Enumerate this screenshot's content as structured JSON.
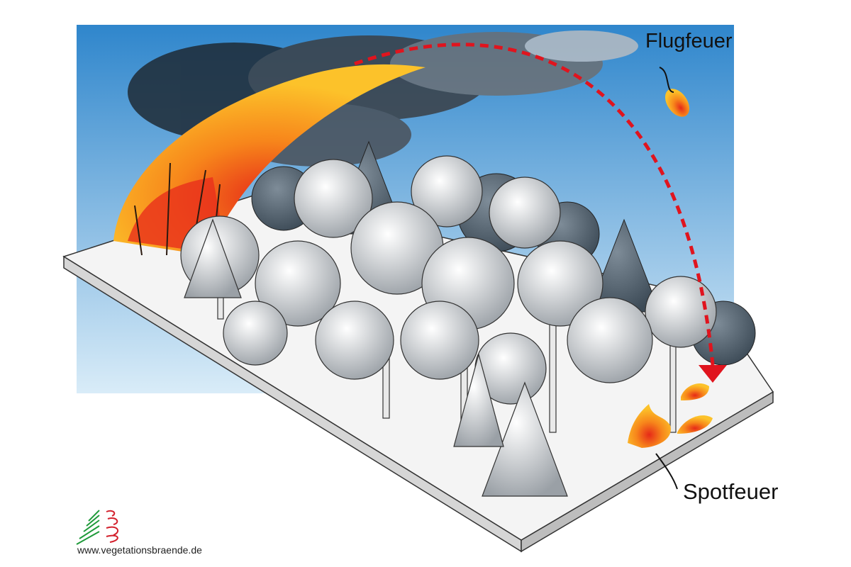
{
  "labels": {
    "flying_embers": "Flugfeuer",
    "spot_fire": "Spotfeuer"
  },
  "footer": {
    "url": "www.vegetationsbraende.de",
    "logo": "vegetationsbraende logo"
  },
  "colors": {
    "sky_top": "#2f86cc",
    "sky_bottom": "#d9ecf8",
    "fire": "#f7a21b",
    "arrow": "#e0141e",
    "logo_green": "#1f9a3a",
    "logo_red": "#d3212d"
  }
}
